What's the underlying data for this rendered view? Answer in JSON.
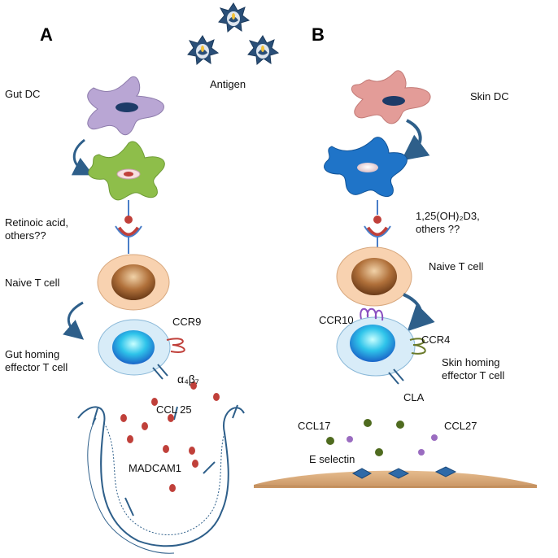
{
  "panels": {
    "a": "A",
    "b": "B"
  },
  "antigen": {
    "label": "Antigen"
  },
  "left": {
    "dc_label": "Gut DC",
    "signal_label": "Retinoic acid,\nothers??",
    "naive_label": "Naive T cell",
    "receptor_label": "CCR9",
    "effector_label": "Gut homing\neffector T cell",
    "integrin_label": "α₄β₇",
    "chemokine_label": "CCL 25",
    "addressin_label": "MADCAM1"
  },
  "right": {
    "dc_label": "Skin DC",
    "signal_label": "1,25(OH)₂D3,\nothers ??",
    "naive_label": "Naive T cell",
    "receptor1_label": "CCR10",
    "receptor2_label": "CCR4",
    "effector_label": "Skin homing\neffector T cell",
    "cla_label": "CLA",
    "chemokine1_label": "CCL17",
    "chemokine2_label": "CCL27",
    "selectin_label": "E selectin"
  },
  "colors": {
    "gut_dc": "#b9a6d4",
    "gut_dc_activated": "#8ebe4a",
    "skin_dc": "#e39c98",
    "skin_dc_activated": "#1f74c8",
    "naive_cell": "#f8d2b0",
    "effector_cell": "#d8ecf8",
    "arrow": "#2e5f8a",
    "ccl25_dot": "#c0403a",
    "ccl17_dot": "#4f6b1f",
    "ccl27_dot": "#9a6cc0",
    "skin_surface": "#d8a878"
  }
}
